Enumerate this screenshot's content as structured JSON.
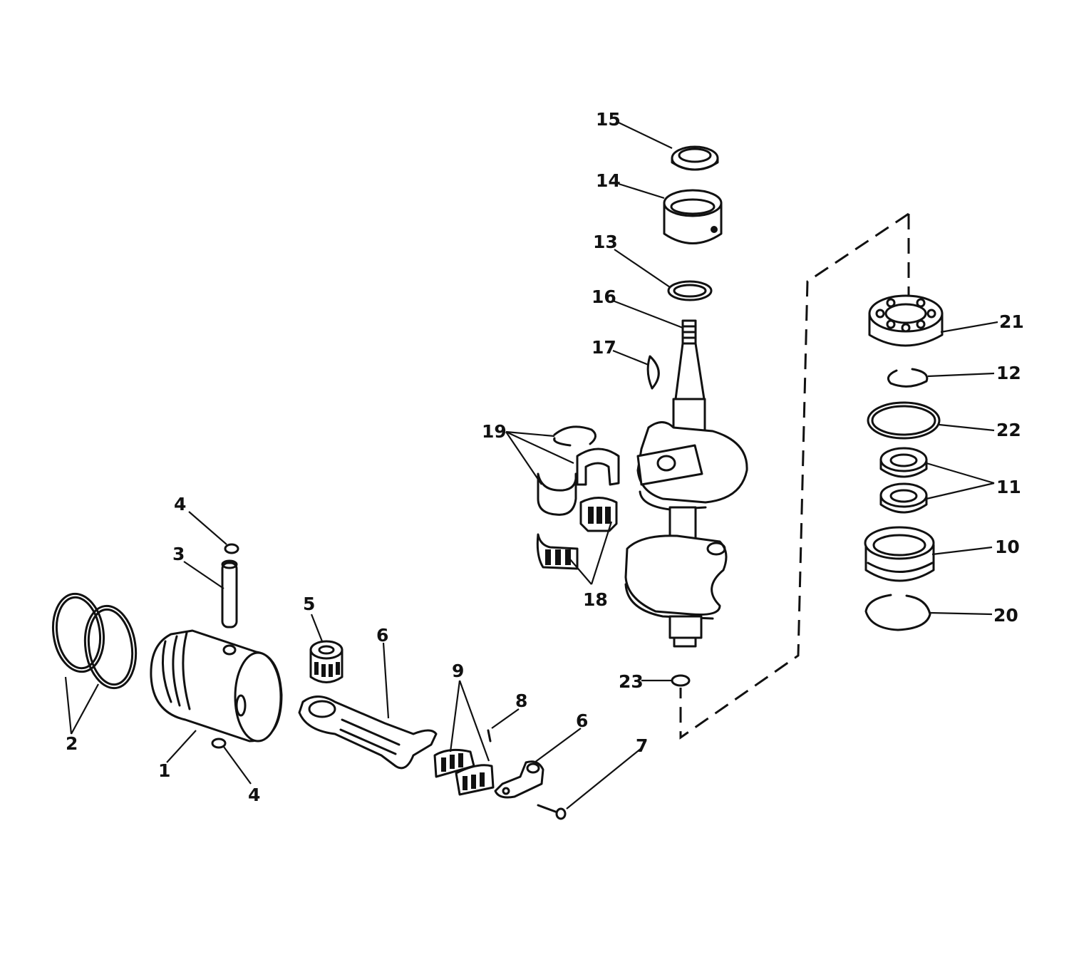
{
  "diagram": {
    "callouts": [
      {
        "id": "c15a",
        "label": "15"
      },
      {
        "id": "c14a",
        "label": "14"
      },
      {
        "id": "c13a",
        "label": "13"
      },
      {
        "id": "c16a",
        "label": "16"
      },
      {
        "id": "c17a",
        "label": "17"
      },
      {
        "id": "c19a",
        "label": "19"
      },
      {
        "id": "c18a",
        "label": "18"
      },
      {
        "id": "c21a",
        "label": "21"
      },
      {
        "id": "c12a",
        "label": "12"
      },
      {
        "id": "c22a",
        "label": "22"
      },
      {
        "id": "c11a",
        "label": "11"
      },
      {
        "id": "c10a",
        "label": "10"
      },
      {
        "id": "c20a",
        "label": "20"
      },
      {
        "id": "c23a",
        "label": "23"
      },
      {
        "id": "c4a",
        "label": "4"
      },
      {
        "id": "c3a",
        "label": "3"
      },
      {
        "id": "c2a",
        "label": "2"
      },
      {
        "id": "c1a",
        "label": "1"
      },
      {
        "id": "c4b",
        "label": "4"
      },
      {
        "id": "c5a",
        "label": "5"
      },
      {
        "id": "c6a",
        "label": "6"
      },
      {
        "id": "c9a",
        "label": "9"
      },
      {
        "id": "c8a",
        "label": "8"
      },
      {
        "id": "c6b",
        "label": "6"
      },
      {
        "id": "c7a",
        "label": "7"
      }
    ]
  }
}
